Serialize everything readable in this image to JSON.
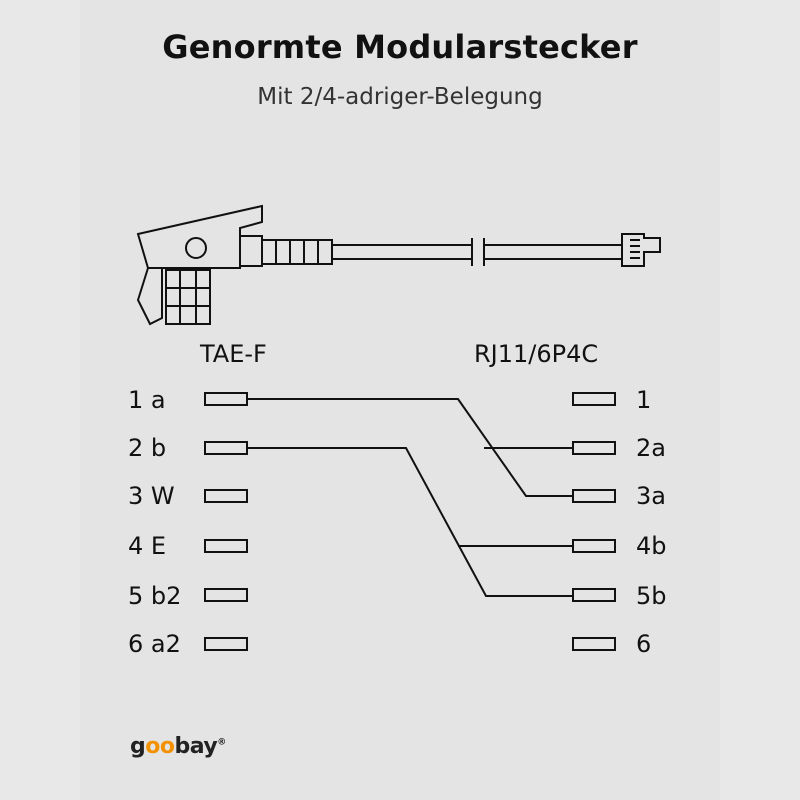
{
  "title": "Genormte Modularstecker",
  "subtitle": "Mit 2/4-adriger-Belegung",
  "left_connector": {
    "name": "TAE-F",
    "pins": [
      "1 a",
      "2 b",
      "3 W",
      "4 E",
      "5 b2",
      "6 a2"
    ]
  },
  "right_connector": {
    "name": "RJ11/6P4C",
    "pins": [
      "1",
      "2a",
      "3a",
      "4b",
      "5b",
      "6"
    ]
  },
  "wiring": [
    {
      "from": "1 a",
      "to": "3a"
    },
    {
      "from": "2 b",
      "to": "4b"
    }
  ],
  "brand": {
    "prefix": "g",
    "oo": "oo",
    "suffix": "bay",
    "mark": "®"
  },
  "colors": {
    "line": "#111111",
    "brand_accent": "#f39200",
    "background": "#e4e4e4"
  }
}
